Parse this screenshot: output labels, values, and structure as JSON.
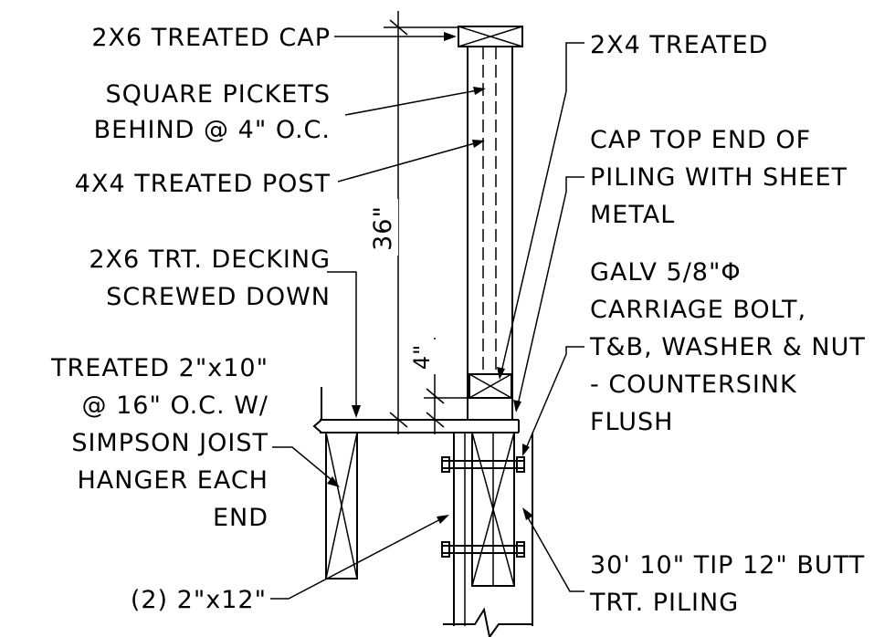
{
  "labels": {
    "cap_2x6": "2X6 TREATED CAP",
    "pickets_1": "SQUARE PICKETS",
    "pickets_2": "BEHIND @ 4\" O.C.",
    "post_4x4": "4X4 TREATED POST",
    "decking_1": "2X6 TRT. DECKING",
    "decking_2": "SCREWED DOWN",
    "joist_1": "TREATED 2\"x10\"",
    "joist_2": "@ 16\" O.C. W/",
    "joist_3": "SIMPSON JOIST",
    "joist_4": "HANGER EACH",
    "joist_5": "END",
    "beam_2x12": "(2) 2\"x12\"",
    "treated_2x4": "2X4 TREATED",
    "cap_piling_1": "CAP TOP END OF",
    "cap_piling_2": "PILING WITH SHEET",
    "cap_piling_3": "METAL",
    "bolt_1": "GALV 5/8\"Φ",
    "bolt_2": "CARRIAGE BOLT,",
    "bolt_3": "T&B, WASHER & NUT",
    "bolt_4": "- COUNTERSINK",
    "bolt_5": "FLUSH",
    "piling_1": "30' 10\" TIP 12\" BUTT",
    "piling_2": "TRT. PILING"
  },
  "dimensions": {
    "rail_height": "36\"",
    "deck_offset": "4\""
  }
}
